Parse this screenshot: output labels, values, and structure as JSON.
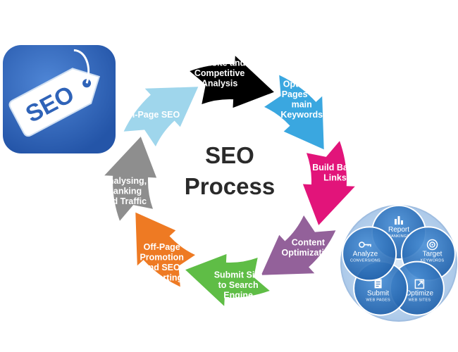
{
  "center": {
    "line1": "SEO",
    "line2": "Process"
  },
  "tag": {
    "text": "SEO"
  },
  "steps": [
    {
      "lines": [
        "Website and",
        "Competitive",
        "Analysis"
      ],
      "color": "#000000",
      "text_color": "#ffffff"
    },
    {
      "lines": [
        "Optimize",
        "Pages for",
        "main",
        "Keywords"
      ],
      "color": "#3aa7e0",
      "text_color": "#ffffff"
    },
    {
      "lines": [
        "Build Back",
        "Links"
      ],
      "color": "#e2147a",
      "text_color": "#ffffff"
    },
    {
      "lines": [
        "Content",
        "Optimization"
      ],
      "color": "#93619a",
      "text_color": "#ffffff"
    },
    {
      "lines": [
        "Submit Site",
        "to Search",
        "Engine"
      ],
      "color": "#5fbd46",
      "text_color": "#ffffff"
    },
    {
      "lines": [
        "Off-Page",
        "Promotion",
        "and SEO",
        "Reporting"
      ],
      "color": "#ee7a23",
      "text_color": "#ffffff"
    },
    {
      "lines": [
        "Analysing,",
        "Ranking",
        "and Traffic"
      ],
      "color": "#8e8e8e",
      "text_color": "#ffffff"
    },
    {
      "lines": [
        "On-Page SEO"
      ],
      "color": "#9fd6ec",
      "text_color": "#ffffff"
    }
  ],
  "mini_cycle": {
    "items": [
      {
        "title": "Report",
        "sub": "RANKINGS",
        "icon": "bar-chart-icon"
      },
      {
        "title": "Target",
        "sub": "KEYWORDS",
        "icon": "target-icon"
      },
      {
        "title": "Optimize",
        "sub": "WEB SITES",
        "icon": "external-link-icon"
      },
      {
        "title": "Submit",
        "sub": "WEB PAGES",
        "icon": "document-icon"
      },
      {
        "title": "Analyze",
        "sub": "CONVERSIONS",
        "icon": "key-icon"
      }
    ]
  }
}
